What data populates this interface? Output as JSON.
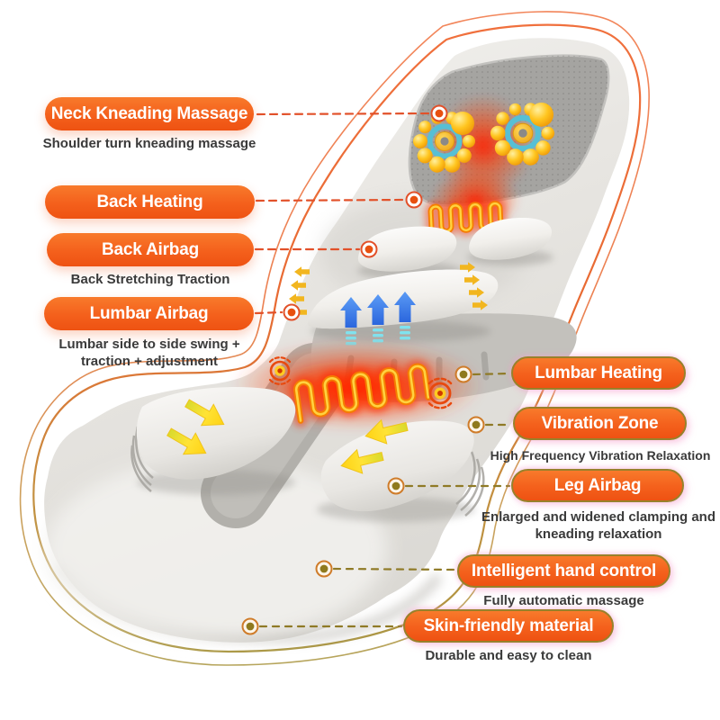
{
  "title": "Massage mat feature callout diagram",
  "colors": {
    "pill_fill": "#f4601c",
    "pill_text": "#ffffff",
    "left_connector": "#e2512a",
    "right_connector": "#8f7a26",
    "right_pill_border": "#98812b",
    "subtitle_text": "#3a3a3a",
    "contour_top": "#ef6a35",
    "contour_bottom": "#a9953f",
    "heat_glow_red": "#ff3200",
    "heating_coil_orange": "#f57d00",
    "massage_ball_yellow": "#ffc51f",
    "massage_ring_teal": "#57bfd4",
    "inflate_arrow_blue": "#3d7ff0",
    "direction_arrow_yellow": "#f2b61f",
    "leg_arrow_yellow": "#ffe335",
    "mat_gray": "#e7e5e1"
  },
  "features": [
    {
      "id": "neck-kneading-massage",
      "title": "Neck Kneading Massage",
      "subtitle": "Shoulder turn kneading massage"
    },
    {
      "id": "back-heating",
      "title": "Back Heating",
      "subtitle": ""
    },
    {
      "id": "back-airbag",
      "title": "Back Airbag",
      "subtitle": "Back Stretching Traction"
    },
    {
      "id": "lumbar-airbag",
      "title": "Lumbar Airbag",
      "subtitle": "Lumbar side to side swing + traction + adjustment"
    },
    {
      "id": "lumbar-heating",
      "title": "Lumbar Heating",
      "subtitle": ""
    },
    {
      "id": "vibration-zone",
      "title": "Vibration Zone",
      "subtitle": "High Frequency Vibration Relaxation"
    },
    {
      "id": "leg-airbag",
      "title": "Leg Airbag",
      "subtitle": "Enlarged and widened clamping and kneading relaxation"
    },
    {
      "id": "intelligent-hand-control",
      "title": "Intelligent hand control",
      "subtitle": "Fully automatic massage"
    },
    {
      "id": "skin-friendly-material",
      "title": "Skin-friendly material",
      "subtitle": "Durable and easy to clean"
    }
  ]
}
